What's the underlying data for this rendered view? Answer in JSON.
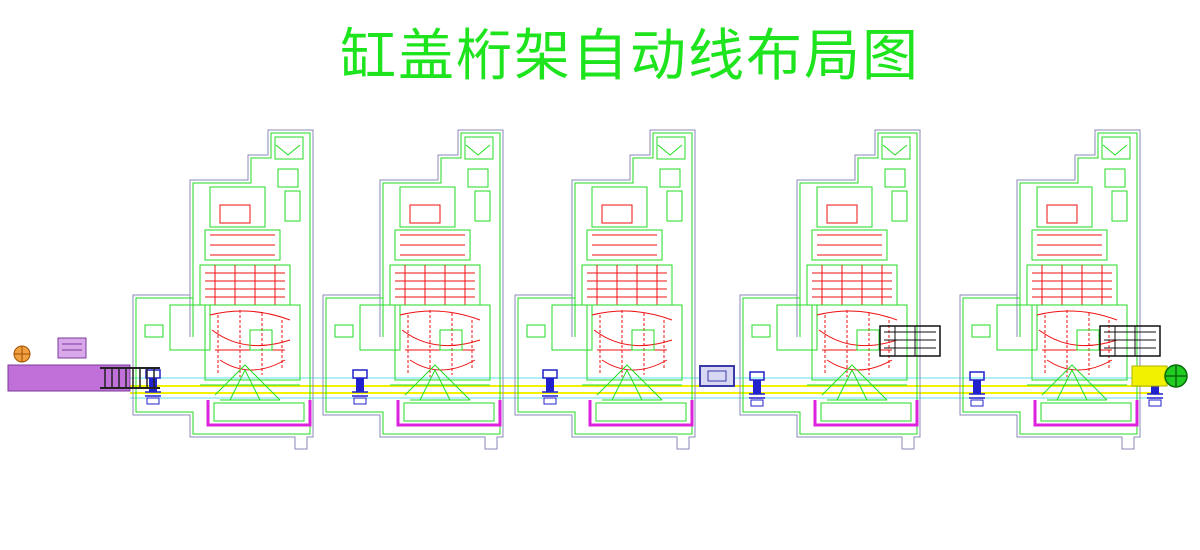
{
  "title": "缸盖桁架自动线布局图",
  "colors": {
    "title": "#1ee41e",
    "background": "#ffffff",
    "wall_outline": "#8a8ab8",
    "machine_outline": "#22dd22",
    "machine_detail": "#ee1111",
    "conveyor_yellow": "#f2f200",
    "conveyor_cyan": "#66ddee",
    "pit_magenta": "#dd22dd",
    "loading_purple": "#c070d8",
    "gantry_blue": "#2222cc",
    "fixture_black": "#111111"
  },
  "machine_cells": [
    {
      "id": "cell-1"
    },
    {
      "id": "cell-2"
    },
    {
      "id": "cell-3"
    },
    {
      "id": "cell-4"
    },
    {
      "id": "cell-5"
    }
  ],
  "transfer_units": [
    {
      "id": "gantry-1"
    },
    {
      "id": "gantry-2"
    },
    {
      "id": "gantry-3"
    },
    {
      "id": "gantry-4"
    },
    {
      "id": "gantry-5"
    },
    {
      "id": "gantry-6"
    }
  ],
  "icons": {
    "loading_station": "loading-station-icon",
    "unloading_station": "unloading-station-icon",
    "turnover_station": "turnover-station-icon"
  }
}
